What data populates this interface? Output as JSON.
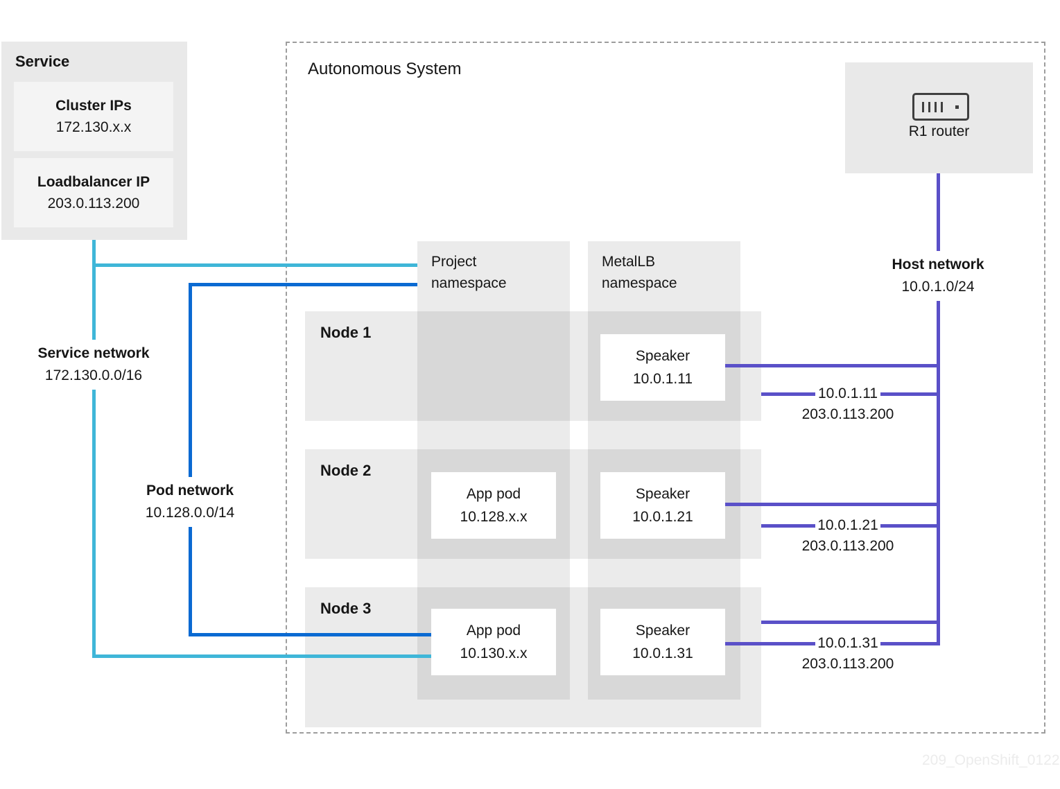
{
  "colors": {
    "service_network": "#3fb6d8",
    "pod_network": "#0a6ad2",
    "host_network": "#5a50c8"
  },
  "service": {
    "title": "Service",
    "cluster_ips": {
      "label": "Cluster IPs",
      "value": "172.130.x.x"
    },
    "loadbalancer_ip": {
      "label": "Loadbalancer IP",
      "value": "203.0.113.200"
    }
  },
  "autonomous_system": {
    "title": "Autonomous System"
  },
  "router": {
    "label": "R1 router"
  },
  "namespaces": {
    "project": {
      "label": "Project namespace"
    },
    "metallb": {
      "label": "MetalLB namespace"
    }
  },
  "networks": {
    "service": {
      "name": "Service network",
      "cidr": "172.130.0.0/16"
    },
    "pod": {
      "name": "Pod network",
      "cidr": "10.128.0.0/14"
    },
    "host": {
      "name": "Host network",
      "cidr": "10.0.1.0/24"
    }
  },
  "nodes": [
    {
      "name": "Node 1",
      "speaker": {
        "label": "Speaker",
        "ip": "10.0.1.11"
      },
      "route": {
        "ip": "10.0.1.11",
        "loadbalancer_ip": "203.0.113.200"
      }
    },
    {
      "name": "Node 2",
      "app_pod": {
        "label": "App pod",
        "ip": "10.128.x.x"
      },
      "speaker": {
        "label": "Speaker",
        "ip": "10.0.1.21"
      },
      "route": {
        "ip": "10.0.1.21",
        "loadbalancer_ip": "203.0.113.200"
      }
    },
    {
      "name": "Node 3",
      "app_pod": {
        "label": "App pod",
        "ip": "10.130.x.x"
      },
      "speaker": {
        "label": "Speaker",
        "ip": "10.0.1.31"
      },
      "route": {
        "ip": "10.0.1.31",
        "loadbalancer_ip": "203.0.113.200"
      }
    }
  ],
  "watermark": "209_OpenShift_0122"
}
